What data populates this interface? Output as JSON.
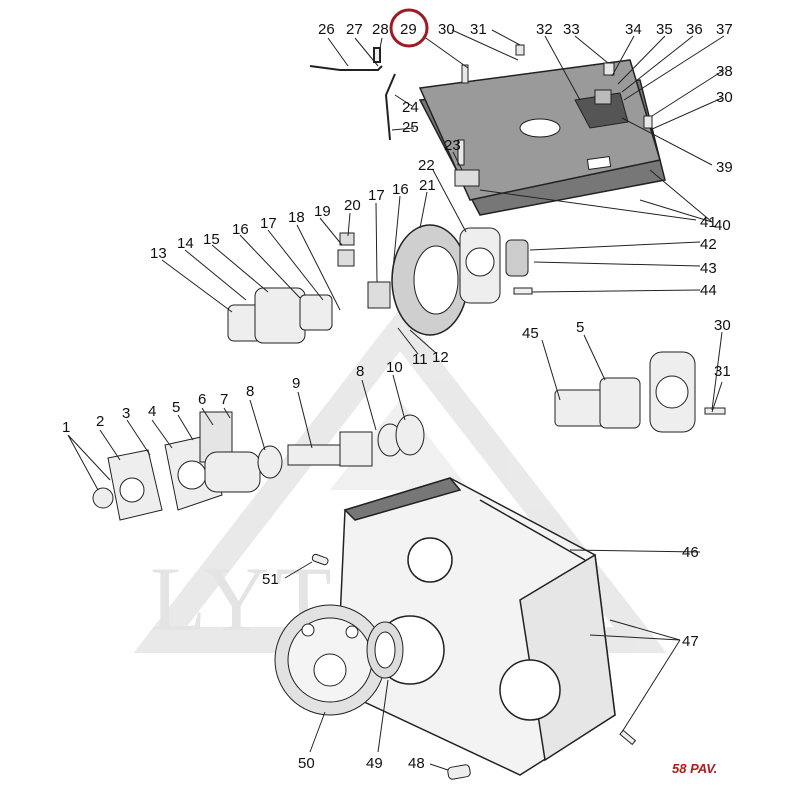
{
  "watermark": {
    "text": "LYTARRA"
  },
  "figure_label": "58 PAV.",
  "highlight": {
    "number": "29",
    "color": "#9b1c24"
  },
  "colors": {
    "ink": "#1a1a1a",
    "part_fill": "#f2f2f2",
    "gasket_fill": "#6d6d6d",
    "watermark": "#d4d4d4"
  },
  "callouts": [
    "1",
    "2",
    "3",
    "4",
    "5",
    "6",
    "7",
    "8",
    "9",
    "8",
    "10",
    "11",
    "12",
    "13",
    "14",
    "15",
    "16",
    "17",
    "18",
    "19",
    "20",
    "17",
    "16",
    "21",
    "22",
    "23",
    "24",
    "25",
    "26",
    "27",
    "28",
    "29",
    "30",
    "31",
    "32",
    "33",
    "34",
    "35",
    "36",
    "37",
    "38",
    "30",
    "39",
    "40",
    "41",
    "42",
    "43",
    "44",
    "45",
    "5",
    "30",
    "31",
    "46",
    "47",
    "48",
    "49",
    "50",
    "51"
  ]
}
